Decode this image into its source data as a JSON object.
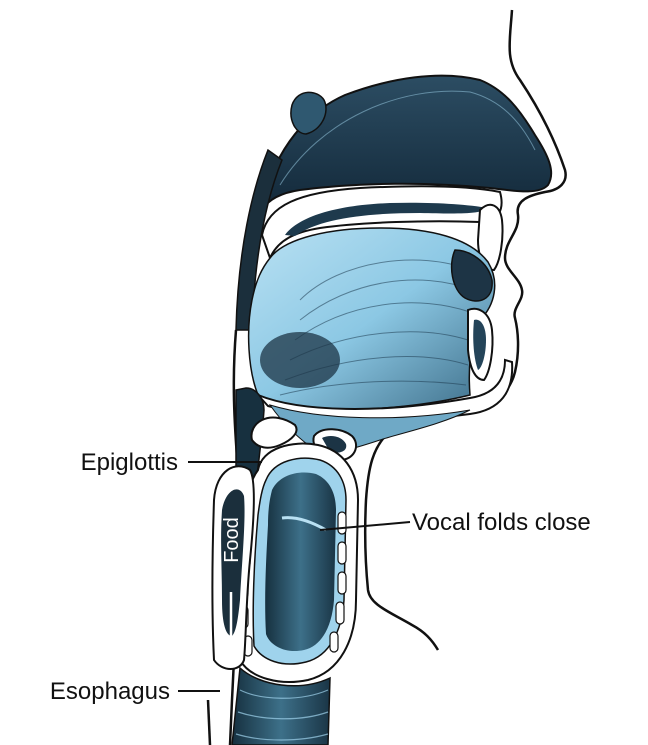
{
  "labels": {
    "epiglottis": "Epiglottis",
    "vocal_folds": "Vocal folds close",
    "esophagus": "Esophagus",
    "food": "Food"
  },
  "colors": {
    "tissue_blue": "#9fd3ec",
    "dark_stipple": "#1b3a4e",
    "outline": "#111111",
    "background": "#ffffff"
  }
}
